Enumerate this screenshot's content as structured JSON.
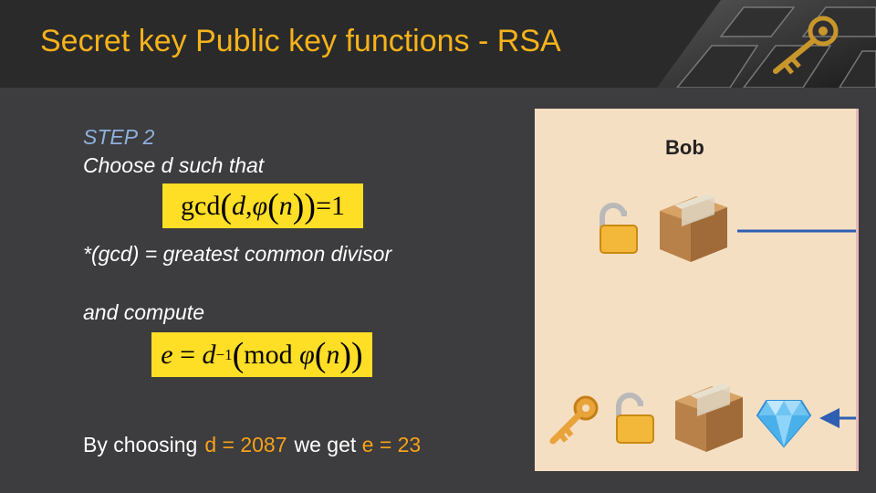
{
  "header": {
    "title": "Secret key Public key functions - RSA"
  },
  "content": {
    "step_label": "STEP 2",
    "line_choose": "Choose  d such that",
    "formula_gcd": {
      "func": "gcd",
      "var": "d",
      "phi": "φ",
      "arg": "n",
      "rhs": "1"
    },
    "line_gcd_note": "*(gcd)  = greatest common divisor",
    "line_compute": "and compute",
    "formula_e": {
      "lhs": "e",
      "base": "d",
      "exponent": "−1",
      "mod": "mod",
      "phi": "φ",
      "arg": "n"
    },
    "result": {
      "prefix": "By choosing",
      "d_value": "d = 2087",
      "middle": "we get",
      "e_value": "e = 23"
    }
  },
  "panel": {
    "name": "Bob",
    "arrow_color": "#2f5fb0",
    "icons_row1": [
      "open-padlock-icon",
      "package-icon"
    ],
    "icons_row2": [
      "key-icon",
      "open-padlock-icon",
      "package-icon",
      "diamond-icon"
    ]
  }
}
